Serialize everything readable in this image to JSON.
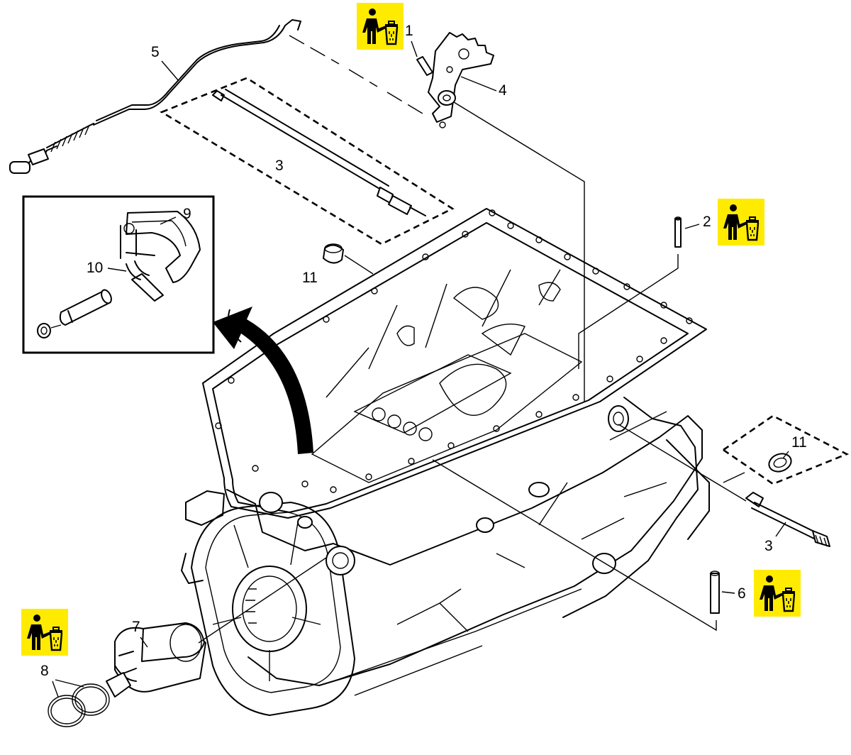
{
  "colors": {
    "line": "#000000",
    "background": "#ffffff",
    "discard_badge": "#ffeb00"
  },
  "icons": {
    "discard_badge": "discard-person-trash-icon",
    "rotation_arrow": "curved-arrow-icon"
  },
  "callouts": {
    "c1": "1",
    "c2": "2",
    "c3_top": "3",
    "c3_right": "3",
    "c4": "4",
    "c5": "5",
    "c6": "6",
    "c7": "7",
    "c8": "8",
    "c9": "9",
    "c10": "10",
    "c11_top": "11",
    "c11_right": "11"
  }
}
